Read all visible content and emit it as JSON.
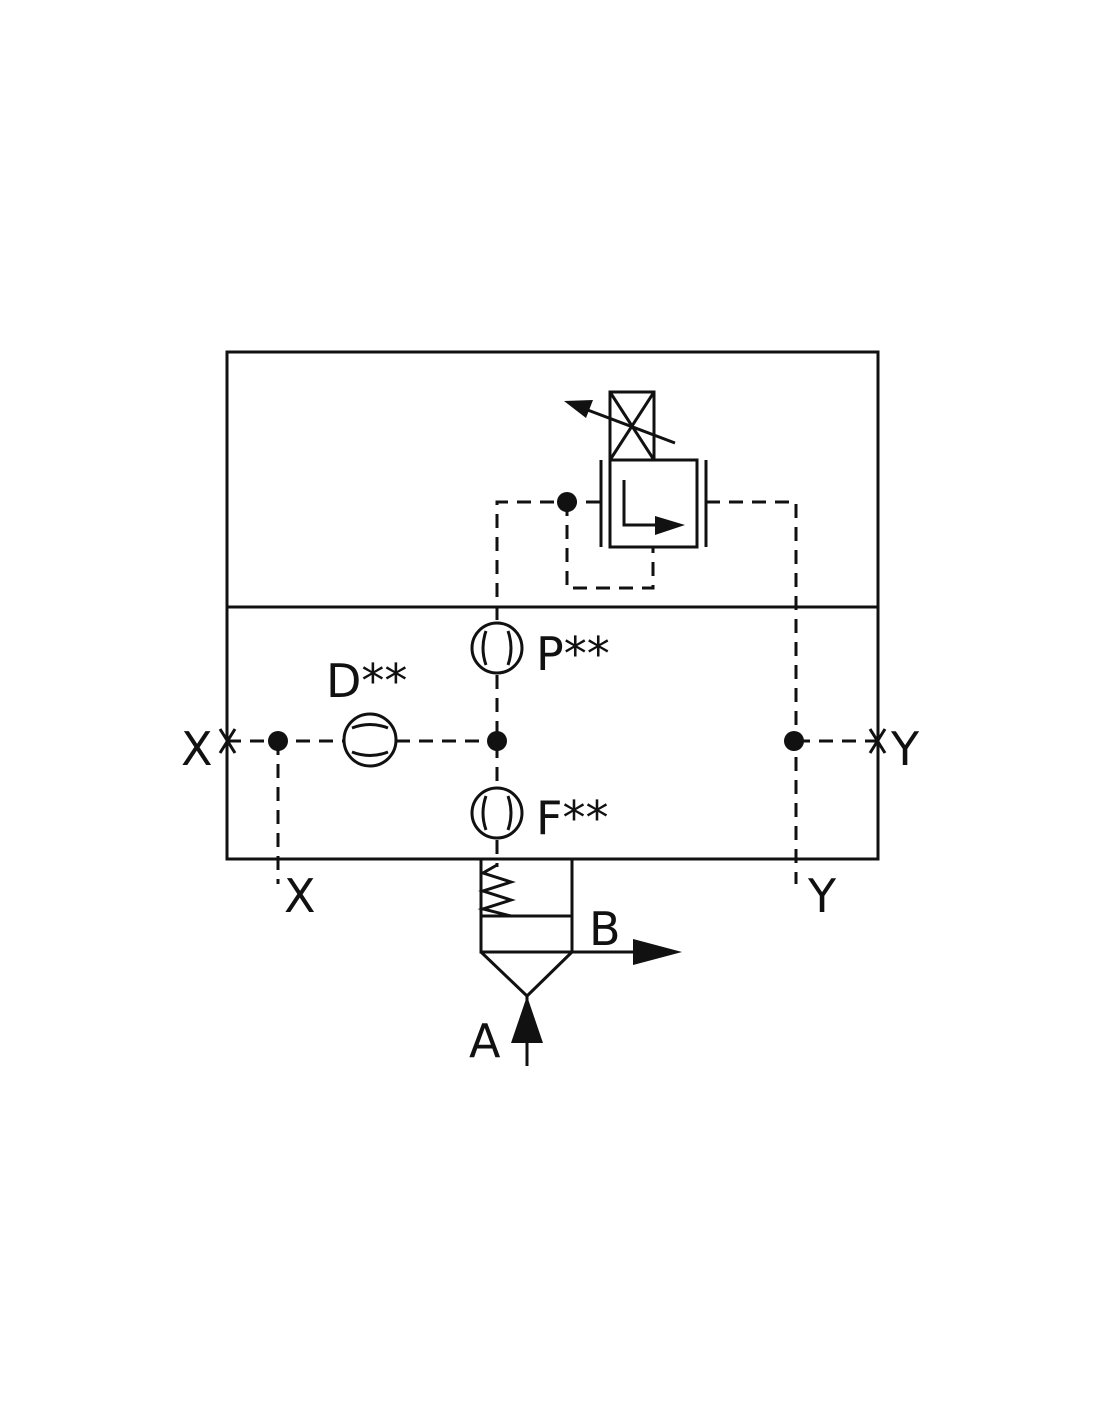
{
  "diagram": {
    "line_color": "#111111",
    "background": "#ffffff",
    "labels": {
      "x_left": "X",
      "y_right": "Y",
      "x_port": "X",
      "y_port": "Y",
      "d_orifice": "D**",
      "p_orifice": "P**",
      "f_orifice": "F**",
      "port_a": "A",
      "port_b": "B"
    }
  }
}
